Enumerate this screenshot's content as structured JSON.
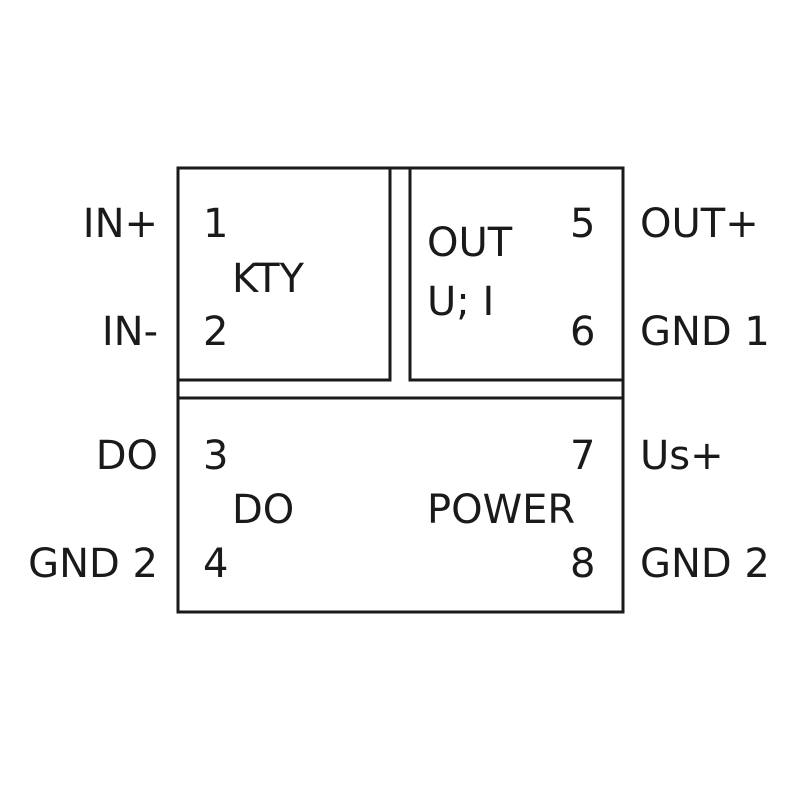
{
  "terminals": {
    "t1": {
      "num": "1",
      "name": "IN+"
    },
    "t2": {
      "num": "2",
      "name": "IN-"
    },
    "t3": {
      "num": "3",
      "name": "DO"
    },
    "t4": {
      "num": "4",
      "name": "GND 2"
    },
    "t5": {
      "num": "5",
      "name": "OUT+"
    },
    "t6": {
      "num": "6",
      "name": "GND 1"
    },
    "t7": {
      "num": "7",
      "name": "Us+"
    },
    "t8": {
      "num": "8",
      "name": "GND 2"
    }
  },
  "blocks": {
    "kty": "KTY",
    "out_line1": "OUT",
    "out_line2": "U; I",
    "do": "DO",
    "power": "POWER"
  },
  "colors": {
    "stroke": "#1a1a1a",
    "background": "#ffffff"
  }
}
